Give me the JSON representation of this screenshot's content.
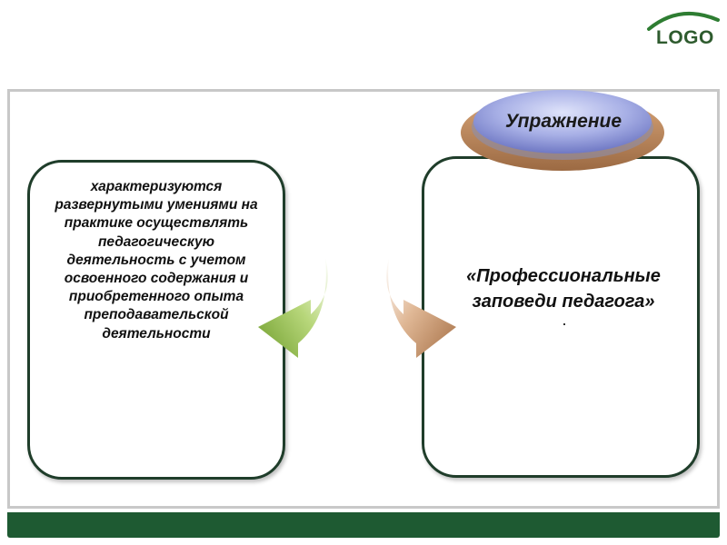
{
  "logo": {
    "text": "LOGO"
  },
  "badge": {
    "label": "Упражнение"
  },
  "left_card": {
    "text": "характеризуются развернутыми умениями на практике осуществлять педагогическую деятельность с учетом освоенного содержания и приобретенного опыта преподавательской деятельности"
  },
  "right_card": {
    "text": "«Профессиональные заповеди педагога»"
  },
  "colors": {
    "footer": "#1e5a32",
    "card_border": "#1f3d2a",
    "frame": "#c8c8c8",
    "left_arrow": "#7fae3a",
    "right_arrow": "#b07a52",
    "badge_top": "#8f9ad6",
    "badge_base": "#c58e5f"
  }
}
